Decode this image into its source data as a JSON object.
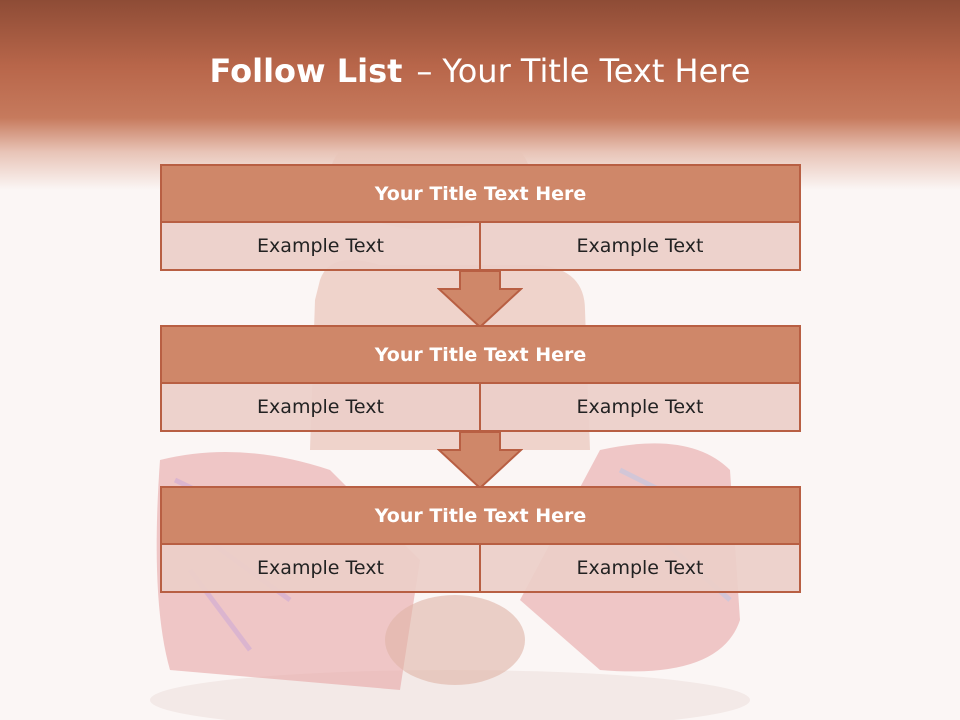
{
  "header": {
    "title_bold": "Follow List",
    "title_dash": "–",
    "title_rest": "Your Title Text Here"
  },
  "blocks": [
    {
      "title": "Your Title Text Here",
      "left": "Example Text",
      "right": "Example Text"
    },
    {
      "title": "Your Title Text Here",
      "left": "Example Text",
      "right": "Example Text"
    },
    {
      "title": "Your Title Text Here",
      "left": "Example Text",
      "right": "Example Text"
    }
  ],
  "colors": {
    "header_dark": "#8e4c36",
    "header_mid": "#c67a5d",
    "block_title_fill": "#cf8769",
    "block_border": "#b85f43",
    "cell_fill": "#eccfc8"
  },
  "icons": [
    "down-arrow-icon",
    "down-arrow-icon"
  ]
}
